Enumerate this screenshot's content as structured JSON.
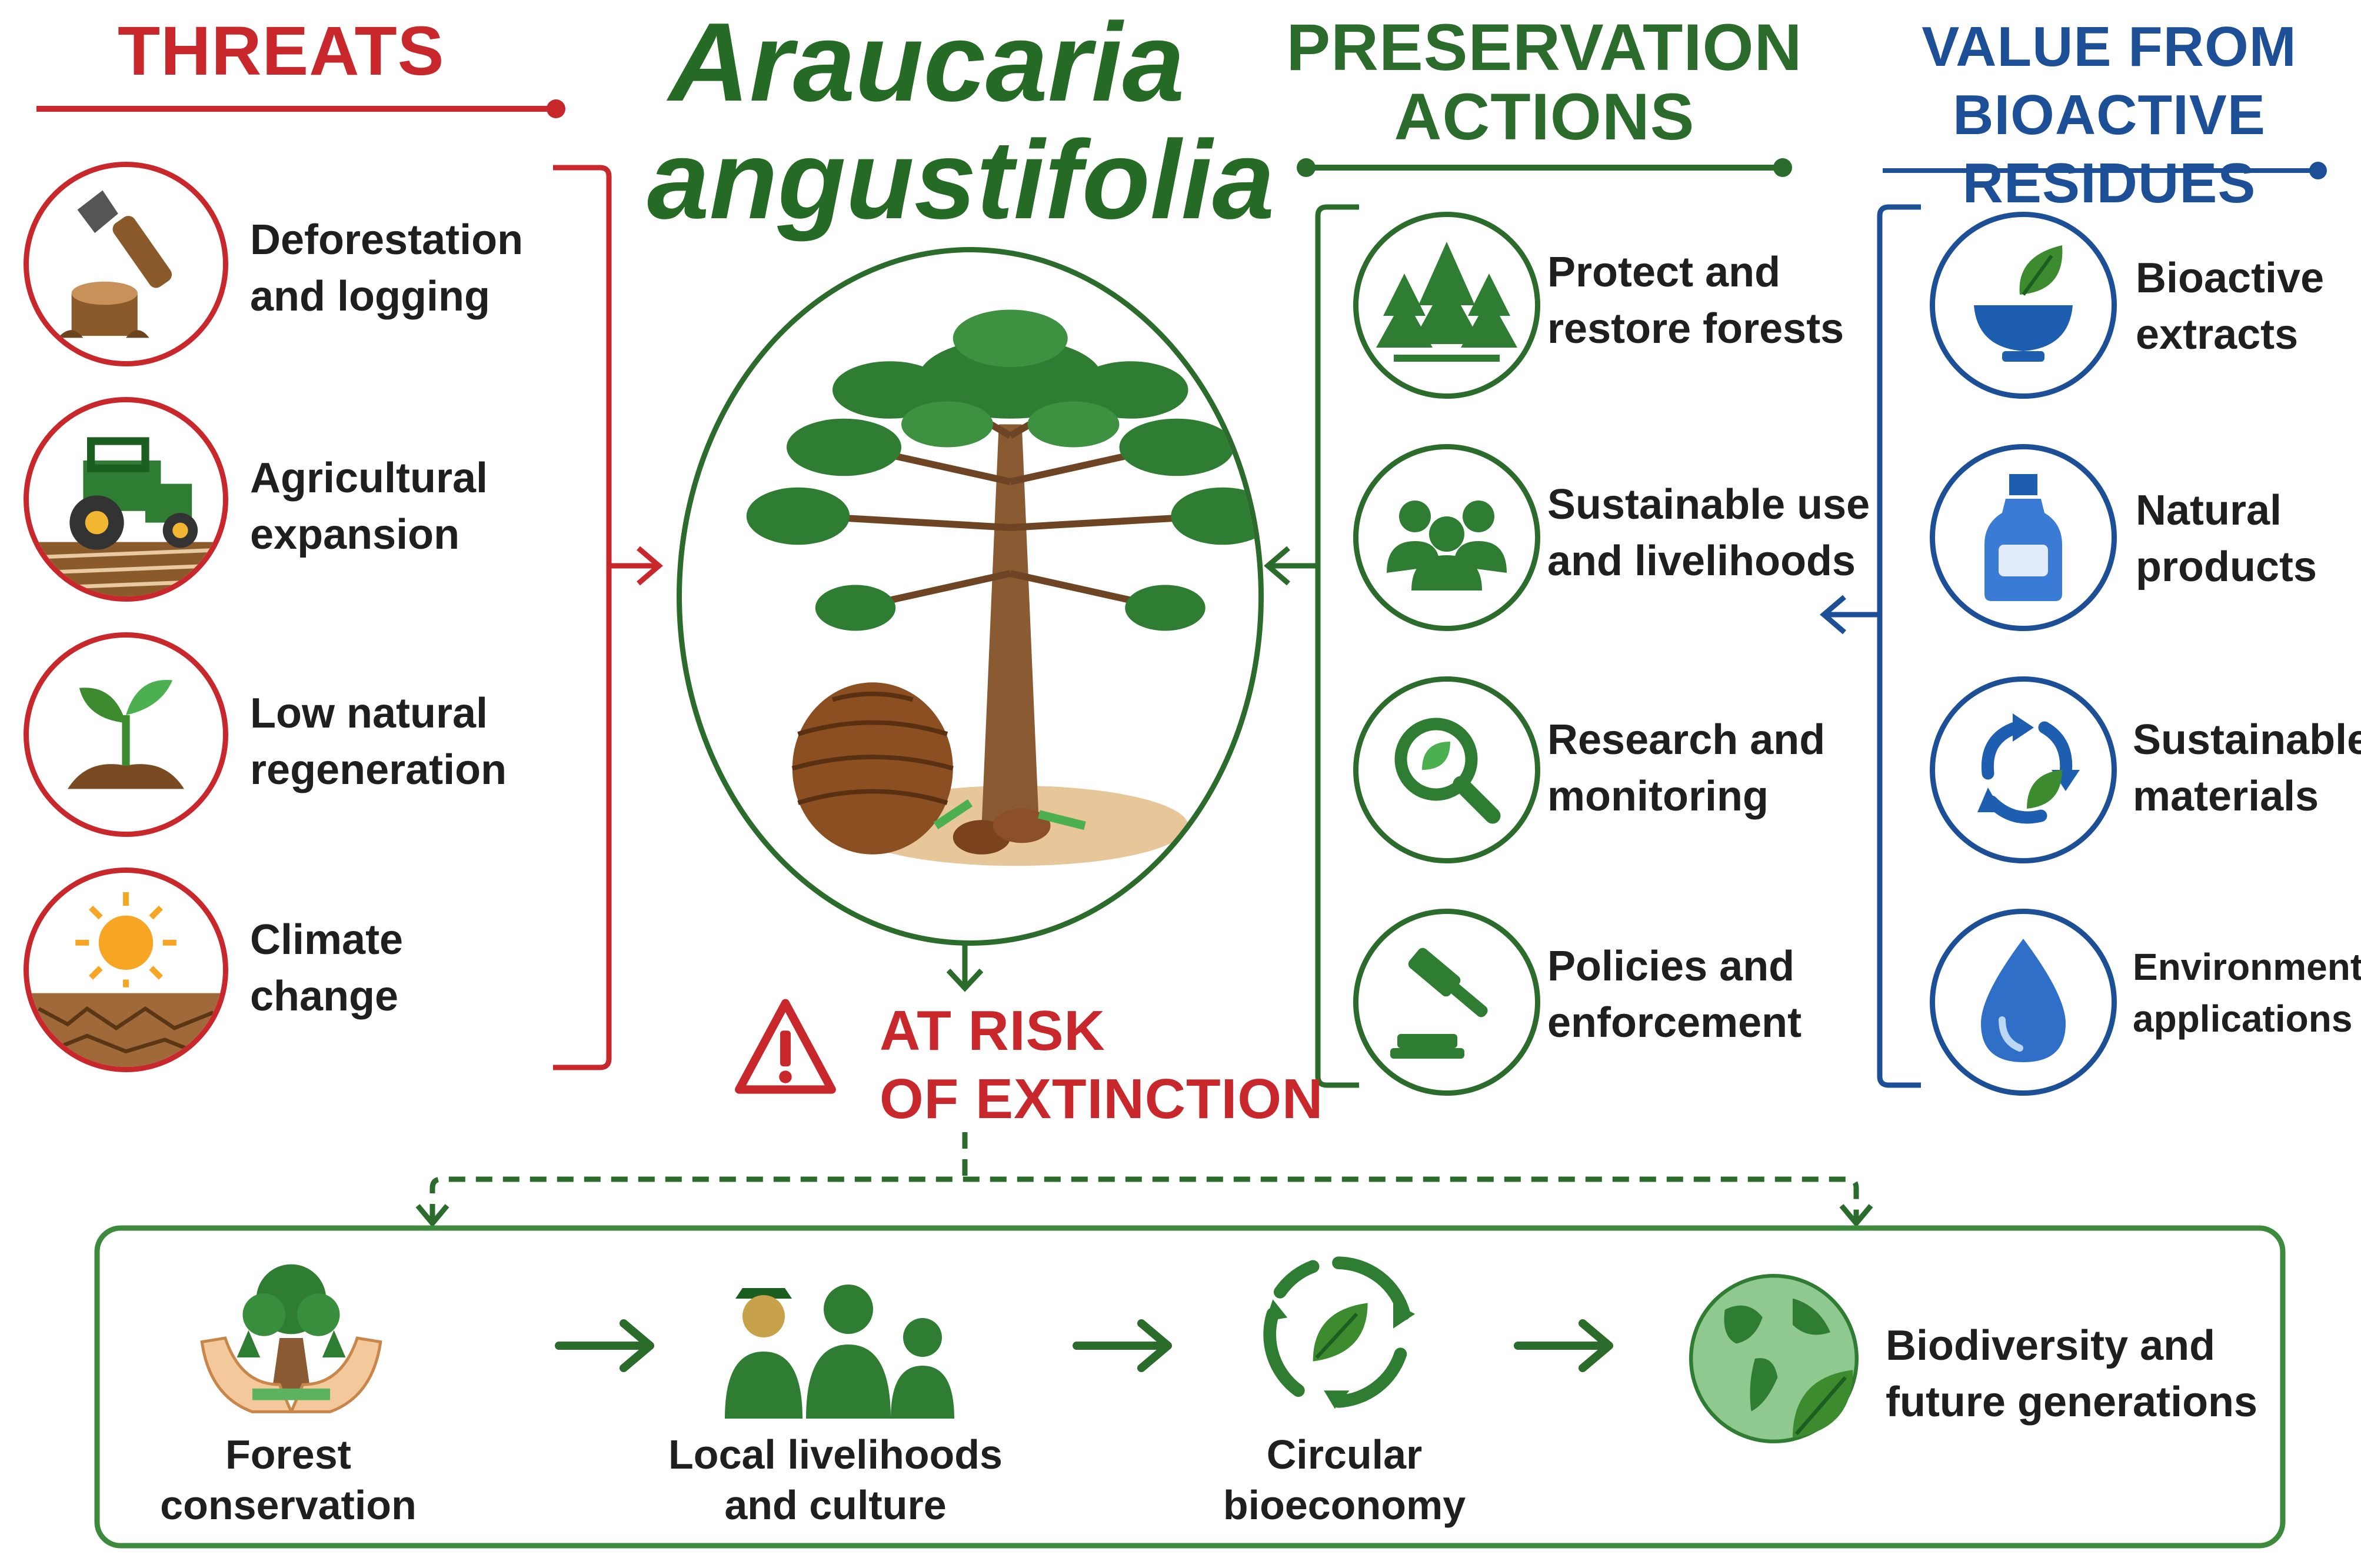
{
  "title": {
    "line1": "Araucaria",
    "line2": "angustifolia"
  },
  "threats": {
    "heading": "THREATS",
    "items": [
      {
        "label_1": "Deforestation",
        "label_2": "and logging",
        "icon": "axe-stump-icon"
      },
      {
        "label_1": "Agricultural",
        "label_2": "expansion",
        "icon": "tractor-icon"
      },
      {
        "label_1": "Low natural",
        "label_2": "regeneration",
        "icon": "sprout-icon"
      },
      {
        "label_1": "Climate",
        "label_2": "change",
        "icon": "sun-dry-soil-icon"
      }
    ]
  },
  "preservation": {
    "heading_1": "PRESERVATION",
    "heading_2": "ACTIONS",
    "items": [
      {
        "label_1": "Protect and",
        "label_2": "restore forests",
        "icon": "trees-icon"
      },
      {
        "label_1": "Sustainable use",
        "label_2": "and livelihoods",
        "icon": "people-icon"
      },
      {
        "label_1": "Research and",
        "label_2": "monitoring",
        "icon": "magnifier-leaf-icon"
      },
      {
        "label_1": "Policies and",
        "label_2": "enforcement",
        "icon": "gavel-icon"
      }
    ]
  },
  "value": {
    "heading_1": "VALUE FROM",
    "heading_2": "BIOACTIVE RESIDUES",
    "items": [
      {
        "label_1": "Bioactive",
        "label_2": "extracts",
        "icon": "bowl-leaf-icon"
      },
      {
        "label_1": "Natural",
        "label_2": "products",
        "icon": "bottle-icon"
      },
      {
        "label_1": "Sustainable",
        "label_2": "materials",
        "icon": "recycle-leaf-icon"
      },
      {
        "label_1": "Environmental",
        "label_2": "applications",
        "icon": "water-drop-icon"
      }
    ]
  },
  "risk": {
    "line1": "AT RISK",
    "line2": "OF EXTINCTION",
    "icon": "warning-icon"
  },
  "outcomes": [
    {
      "label_1": "Forest",
      "label_2": "conservation",
      "icon": "hands-tree-icon"
    },
    {
      "label_1": "Local livelihoods",
      "label_2": "and culture",
      "icon": "community-icon"
    },
    {
      "label_1": "Circular",
      "label_2": "bioeconomy",
      "icon": "cycle-leaf-icon"
    },
    {
      "label_1": "Biodiversity and",
      "label_2": "future generations",
      "icon": "globe-leaf-icon"
    }
  ],
  "colors": {
    "threat": "#c8282c",
    "preserve": "#2b6b2b",
    "value": "#1d4f96",
    "title": "#256a25"
  }
}
